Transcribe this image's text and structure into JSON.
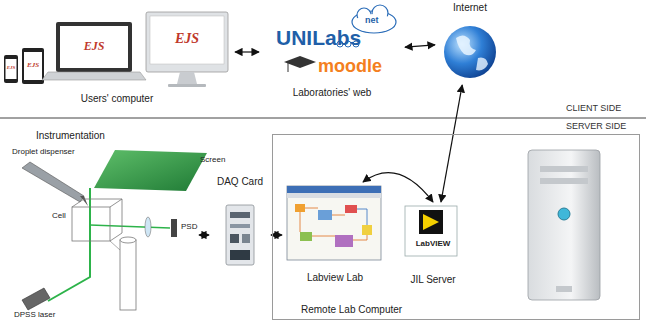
{
  "diagram": {
    "nodes": [
      {
        "text": [
          "Users' computer"
        ]
      },
      {
        "text": [
          "UNILabs",
          "net",
          "moodle",
          "Laboratories' web"
        ]
      },
      {
        "text": [
          "Internet"
        ]
      },
      {
        "text": [
          "Instrumentation"
        ]
      },
      {
        "text": [
          "DAQ Card"
        ]
      },
      {
        "text": [
          "Remote Lab Computer"
        ]
      },
      {
        "text": [
          "Labview Lab"
        ],
        "in": 5
      },
      {
        "text": [
          "LabVIEW",
          "JIL Server"
        ],
        "in": 5
      }
    ],
    "edges": [
      {
        "from": 0,
        "to": 1,
        "arrow": "both"
      },
      {
        "from": 1,
        "to": 2,
        "arrow": "both"
      },
      {
        "from": 2,
        "to": 7,
        "arrow": "both"
      },
      {
        "from": 6,
        "to": 7,
        "arrow": "both"
      },
      {
        "from": 4,
        "to": 6,
        "arrow": "both"
      },
      {
        "from": 3,
        "to": 4,
        "arrow": "both"
      }
    ],
    "labels": [
      "CLIENT SIDE",
      "SERVER SIDE",
      "Droplet dispenser",
      "Screen",
      "Cell",
      "PSD",
      "DPSS laser",
      "EJS",
      "EJS",
      "EJS",
      "EJS"
    ]
  }
}
